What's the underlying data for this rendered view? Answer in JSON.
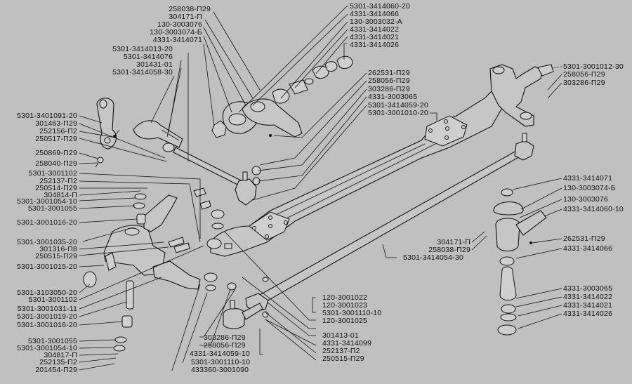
{
  "diagram": {
    "title": "Front axle exploded view",
    "labels_left": [
      "5301-3414013-20",
      "5301-3414076",
      "301431-01",
      "5301-3414058-30",
      "5301-3401091-20",
      "301463-П29",
      "252156-П2",
      "250517-П29",
      "250869-П29",
      "258040-П29",
      "5301-3001102",
      "252137-П2",
      "250514-П29",
      "304814-П",
      "5301-3001054-10",
      "5301-3001055",
      "5301-3001016-20",
      "5301-3001035-20",
      "301316-П8",
      "250515-П29",
      "5301-3001015-20",
      "5301-3103050-20",
      "5301-3001102",
      "5301-3001031-11",
      "5301-3001019-20",
      "5301-3001016-20",
      "5301-3001055",
      "5301-3001054-10",
      "304817-П",
      "252135-П2",
      "201454-П29"
    ],
    "labels_top_left": [
      "258038-П29",
      "304171-П",
      "130-3003076",
      "130-3003074-Б",
      "4331-3414071"
    ],
    "labels_top_right": [
      "5301-3414060-20",
      "4331-3414066",
      "130-3003032-А",
      "4331-3414022",
      "4331-3414021",
      "4331-3414026"
    ],
    "labels_mid": [
      "262531-П29",
      "258056-П29",
      "303286-П29",
      "4331-3003065",
      "5301-3414059-20",
      "5301-3001010-20"
    ],
    "labels_right_top": [
      "5301-3001012-30",
      "258056-П29",
      "303286-П29"
    ],
    "labels_right_tierod": [
      "4331-3414071",
      "130-3003074-Б",
      "130-3003076",
      "4331-3414060-10",
      "262531-П29",
      "4331-3414066"
    ],
    "labels_right_bottom": [
      "4331-3003065",
      "4331-3414022",
      "4331-3414021",
      "4331-3414026"
    ],
    "labels_center_right": [
      "304171-П",
      "258038-П29",
      "5301-3414054-30"
    ],
    "labels_bottom_center": [
      "120-3001022",
      "120-3001023",
      "5301-3001110-10",
      "120-3001025",
      "301413-01",
      "4331-3414099",
      "252137-П2",
      "250515-П29"
    ],
    "labels_bottom_left": [
      "303286-П29",
      "258056-П29",
      "4331-3414059-10",
      "5301-3001110-10",
      "433360-3001090"
    ]
  }
}
